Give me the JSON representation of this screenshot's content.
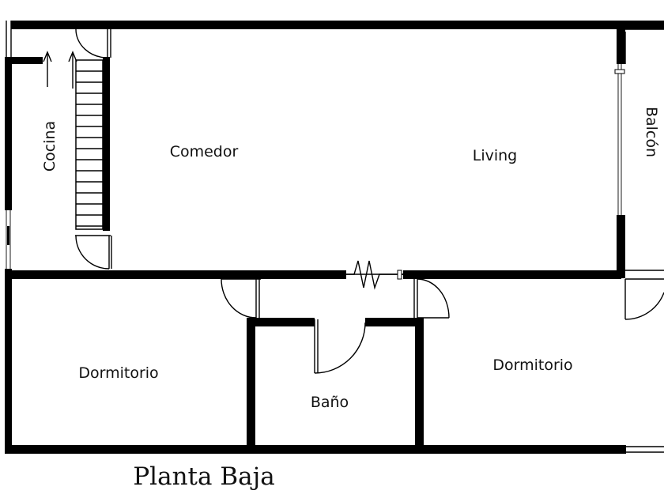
{
  "diagram": {
    "title": "Planta Baja",
    "rooms": {
      "cocina": "Cocina",
      "comedor": "Comedor",
      "living": "Living",
      "balcon": "Balcón",
      "dormitorio_izq": "Dormitorio",
      "bano": "Baño",
      "dormitorio_der": "Dormitorio"
    }
  },
  "colors": {
    "wall": "#000000",
    "background": "#ffffff"
  }
}
